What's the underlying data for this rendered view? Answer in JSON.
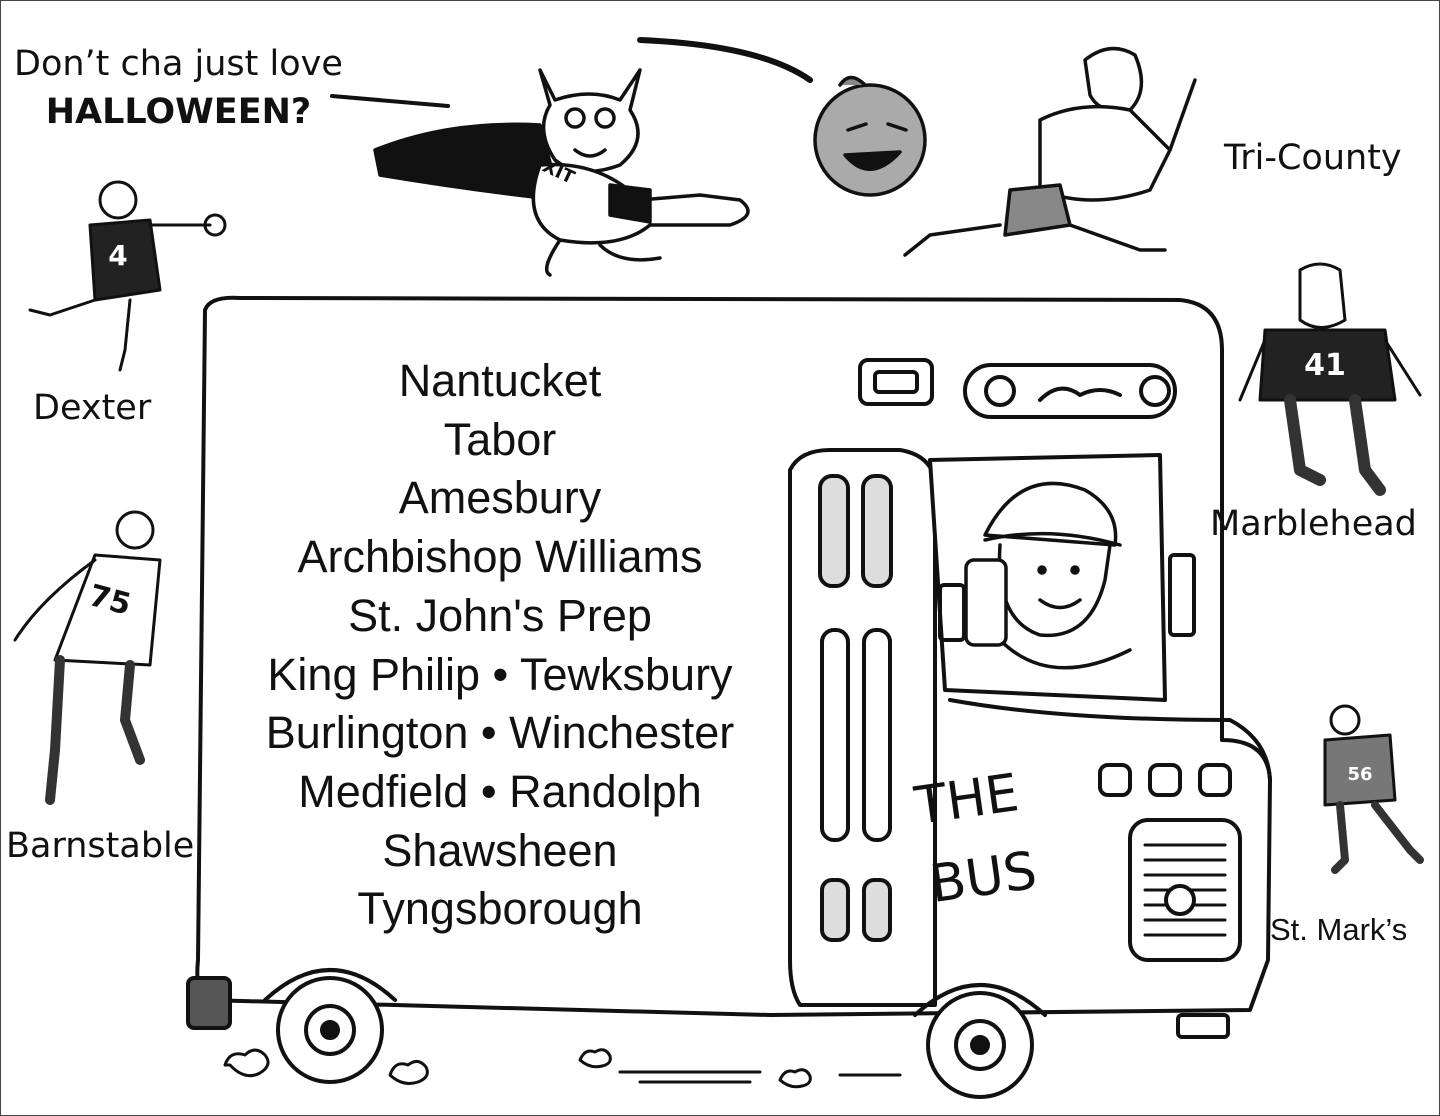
{
  "speech": {
    "line1": "Don’t cha just love",
    "line2": "HALLOWEEN?"
  },
  "teams_left": [
    "Dexter",
    "Barnstable"
  ],
  "teams_right": [
    "Tri-County",
    "Marblehead",
    "St. Mark’s"
  ],
  "bus_list": [
    "Nantucket",
    "Tabor",
    "Amesbury",
    "Archbishop Williams",
    "St. John's Prep",
    "King Philip • Tewksbury",
    "Burlington • Winchester",
    "Medfield • Randolph",
    "Shawsheen",
    "Tyngsborough"
  ],
  "bus_text": {
    "line1": "THE",
    "line2": "BUS"
  },
  "jersey_numbers": [
    "4",
    "75",
    "41",
    "56"
  ],
  "cape_text": "EXIT"
}
